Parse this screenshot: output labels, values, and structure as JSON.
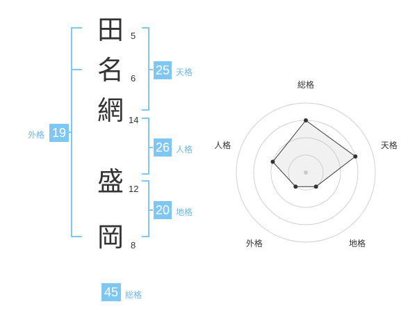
{
  "chars": [
    {
      "kanji": "田",
      "strokes": "5"
    },
    {
      "kanji": "名",
      "strokes": "6"
    },
    {
      "kanji": "網",
      "strokes": "14"
    },
    {
      "kanji": "盛",
      "strokes": "12"
    },
    {
      "kanji": "岡",
      "strokes": "8"
    }
  ],
  "kakusu": {
    "tenkaku": {
      "value": "25",
      "label": "天格"
    },
    "jinkaku": {
      "value": "26",
      "label": "人格"
    },
    "chikaku": {
      "value": "20",
      "label": "地格"
    },
    "gaikaku": {
      "value": "19",
      "label": "外格"
    },
    "soukaku": {
      "value": "45",
      "label": "総格"
    }
  },
  "chart_data": {
    "type": "radar",
    "axes": [
      "総格",
      "天格",
      "地格",
      "外格",
      "人格"
    ],
    "rings": 4,
    "range": [
      0,
      4
    ],
    "values": [
      3,
      3,
      1,
      1,
      2
    ]
  },
  "colors": {
    "accent": "#7fc7f3",
    "bracket": "#7fc7f3",
    "text": "#333333"
  }
}
